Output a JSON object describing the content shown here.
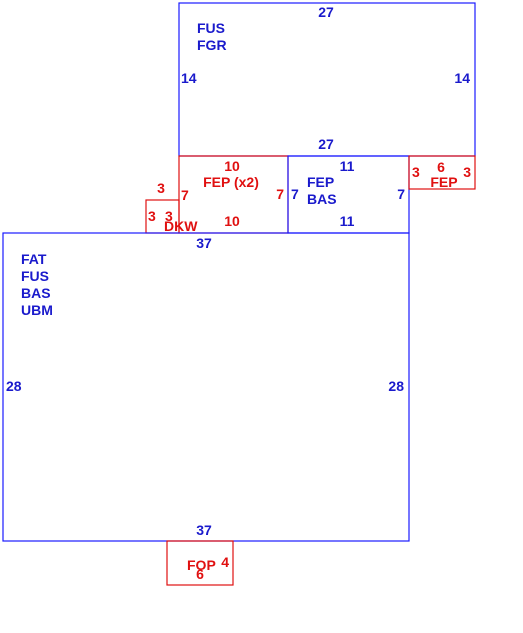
{
  "colors": {
    "living_area": "#1a1aff",
    "attached_area": "#e01010"
  },
  "areas": {
    "upper": {
      "codes": [
        "FUS",
        "FGR"
      ],
      "dim_top": "27",
      "dim_bottom": "27",
      "dim_left": "14",
      "dim_right": "14"
    },
    "porch_x2": {
      "label": "FEP (x2)",
      "dim_top": "10",
      "dim_bottom": "10",
      "dim_left": "7",
      "dim_right": "7"
    },
    "mid": {
      "codes": [
        "FEP",
        "BAS"
      ],
      "dim_top": "11",
      "dim_bottom": "11",
      "dim_left": "7",
      "dim_right": "7"
    },
    "porch_small": {
      "label": "FEP",
      "dim_top": "6",
      "dim_left": "3",
      "dim_right": "3"
    },
    "deck": {
      "label": "DKW",
      "dim_top": "3",
      "dim_left": "3",
      "dim_right": "3"
    },
    "main": {
      "codes": [
        "FAT",
        "FUS",
        "BAS",
        "UBM"
      ],
      "dim_top": "37",
      "dim_bottom": "37",
      "dim_left": "28",
      "dim_right": "28"
    },
    "open_porch": {
      "label": "FOP",
      "dim_right": "4",
      "dim_bottom": "6"
    }
  }
}
